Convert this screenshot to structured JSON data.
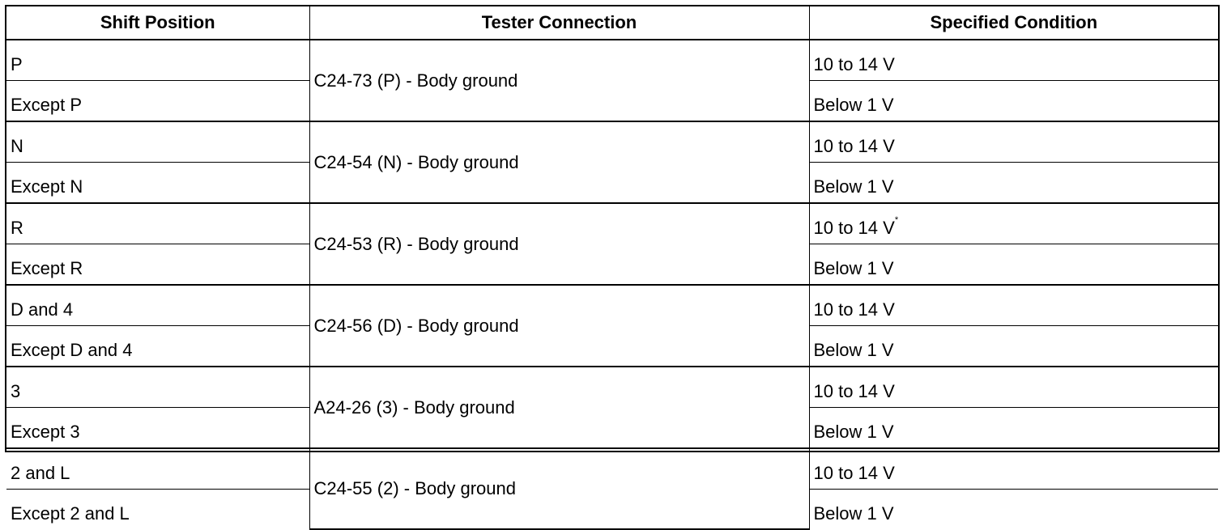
{
  "headers": {
    "shift_position": "Shift Position",
    "tester_connection": "Tester Connection",
    "specified_condition": "Specified Condition"
  },
  "groups": [
    {
      "connection": "C24-73 (P) - Body ground",
      "rows": [
        {
          "position": "P",
          "condition": "10 to 14 V",
          "note": ""
        },
        {
          "position": "Except P",
          "condition": "Below 1 V",
          "note": ""
        }
      ]
    },
    {
      "connection": "C24-54 (N) - Body ground",
      "rows": [
        {
          "position": "N",
          "condition": "10 to 14 V",
          "note": ""
        },
        {
          "position": "Except N",
          "condition": "Below 1 V",
          "note": ""
        }
      ]
    },
    {
      "connection": "C24-53 (R) - Body ground",
      "rows": [
        {
          "position": "R",
          "condition": "10 to 14 V",
          "note": "*"
        },
        {
          "position": "Except R",
          "condition": "Below 1 V",
          "note": ""
        }
      ]
    },
    {
      "connection": "C24-56 (D) - Body ground",
      "rows": [
        {
          "position": "D and 4",
          "condition": "10 to 14 V",
          "note": ""
        },
        {
          "position": "Except D and 4",
          "condition": "Below 1 V",
          "note": ""
        }
      ]
    },
    {
      "connection": "A24-26 (3) - Body ground",
      "rows": [
        {
          "position": "3",
          "condition": "10 to 14 V",
          "note": ""
        },
        {
          "position": "Except 3",
          "condition": "Below 1 V",
          "note": ""
        }
      ]
    },
    {
      "connection": "C24-55 (2) - Body ground",
      "rows": [
        {
          "position": "2 and L",
          "condition": "10 to 14 V",
          "note": ""
        },
        {
          "position": "Except 2 and L",
          "condition": "Below 1 V",
          "note": ""
        }
      ]
    }
  ]
}
